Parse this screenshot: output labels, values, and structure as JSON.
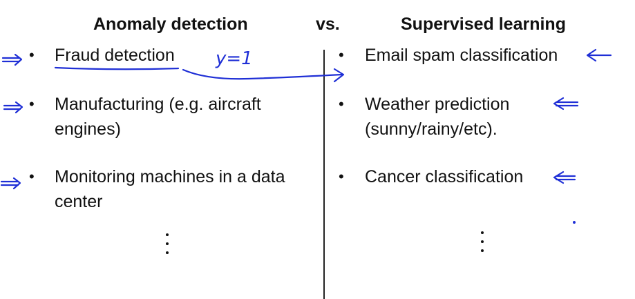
{
  "headings": {
    "left": "Anomaly detection",
    "vs": "vs.",
    "right": "Supervised learning"
  },
  "left_items": [
    {
      "line1": "Fraud detection",
      "line2": ""
    },
    {
      "line1": "Manufacturing (e.g. aircraft",
      "line2": "engines)"
    },
    {
      "line1": "Monitoring machines in a data",
      "line2": "center"
    }
  ],
  "right_items": [
    {
      "line1": "Email spam classification",
      "line2": ""
    },
    {
      "line1": "Weather prediction",
      "line2": "(sunny/rainy/etc)."
    },
    {
      "line1": "Cancer classification",
      "line2": ""
    }
  ],
  "annotations": {
    "label_y": "y=1",
    "ink_color": "#1f2fd6"
  },
  "bullet": "•"
}
